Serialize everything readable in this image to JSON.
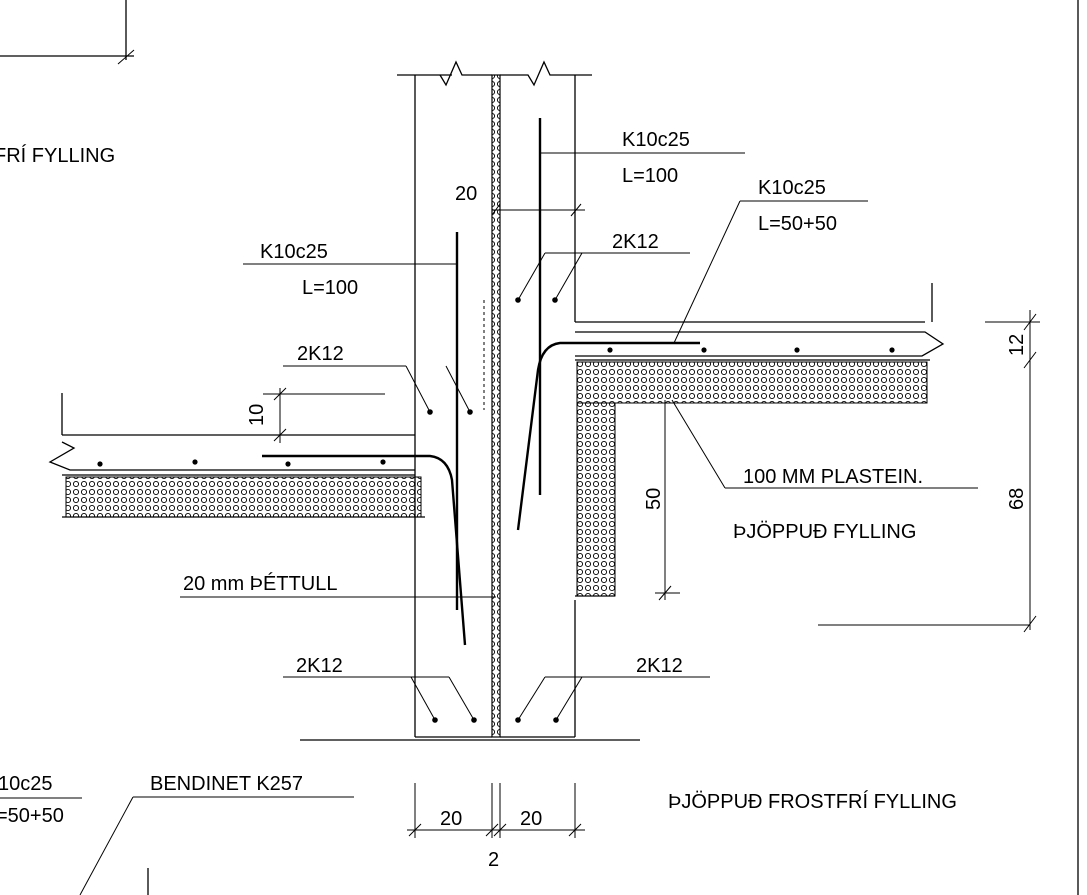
{
  "labels": {
    "top_left_fylling": "FRÍ FYLLING",
    "rebar_top_right": "K10c25",
    "rebar_top_right_len": "L=100",
    "rebar_right_slab": "K10c25",
    "rebar_right_slab_len": "L=50+50",
    "rebar_left": "K10c25",
    "rebar_left_len": "L=100",
    "bars_top_right": "2K12",
    "bars_mid_left": "2K12",
    "bars_bottom_left": "2K12",
    "bars_bottom_right": "2K12",
    "sealant": "20 mm ÞÉTTULL",
    "insulation": "100 MM PLASTEIN.",
    "compacted_fill": "ÞJÖPPUÐ FYLLING",
    "bottom_left_rebar": "10c25",
    "bottom_left_rebar_len": "=50+50",
    "mesh": "BENDINET K257",
    "frost_free_fill": "ÞJÖPPUÐ FROSTFRÍ FYLLING"
  },
  "dimensions": {
    "joint_gap": "20",
    "left_slab_thickness": "10",
    "right_slab_thickness": "12",
    "insulation_depth": "50",
    "total_depth": "68",
    "left_wall_width": "20",
    "right_wall_width": "20",
    "joint_width": "2"
  }
}
